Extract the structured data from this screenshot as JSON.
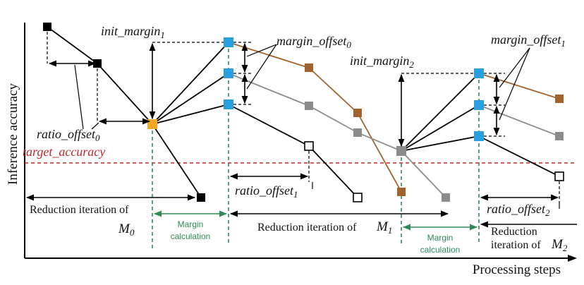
{
  "axes": {
    "y_label": "Inference accuracy",
    "x_label": "Processing steps"
  },
  "annotations": {
    "init_margin_1": {
      "base": "init_margin",
      "sub": "1"
    },
    "init_margin_2": {
      "base": "init_margin",
      "sub": "2"
    },
    "margin_offset_0": {
      "base": "margin_offset",
      "sub": "0"
    },
    "margin_offset_1": {
      "base": "margin_offset",
      "sub": "1"
    },
    "ratio_offset_0": {
      "base": "ratio_offset",
      "sub": "0"
    },
    "ratio_offset_1": {
      "base": "ratio_offset",
      "sub": "1"
    },
    "ratio_offset_2": {
      "base": "ratio_offset",
      "sub": "2"
    },
    "target_accuracy": "target_accuracy"
  },
  "phases": {
    "reduction_m0": {
      "text": "Reduction iteration of",
      "model": "M",
      "sub": "0"
    },
    "margin_calc_1": {
      "line1": "Margin",
      "line2": "calculation"
    },
    "reduction_m1": {
      "text": "Reduction iteration of",
      "model": "M",
      "sub": "1"
    },
    "margin_calc_2": {
      "line1": "Margin",
      "line2": "calculation"
    },
    "reduction_m2": {
      "line1": "Reduction",
      "line2": "iteration of",
      "model": "M",
      "sub": "2"
    }
  },
  "colors": {
    "black_series": "#000000",
    "orange_node": "#f5a623",
    "blue_node": "#2a9fe0",
    "brown_series": "#a0632e",
    "gray_series": "#8c8c8c",
    "target_line": "#c0282d",
    "margin_green": "#2e8b57"
  }
}
